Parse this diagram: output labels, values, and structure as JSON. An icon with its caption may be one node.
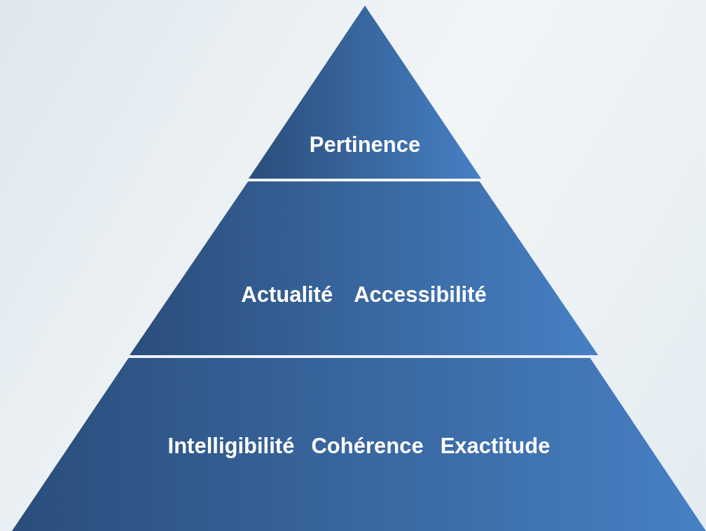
{
  "diagram": {
    "nodes": [
      {
        "text": [
          "Pertinence"
        ]
      },
      {
        "text": [
          "Actualité",
          "Accessibilité"
        ]
      },
      {
        "text": [
          "Intelligibilité",
          "Cohérence",
          "Exactitude"
        ]
      }
    ]
  }
}
